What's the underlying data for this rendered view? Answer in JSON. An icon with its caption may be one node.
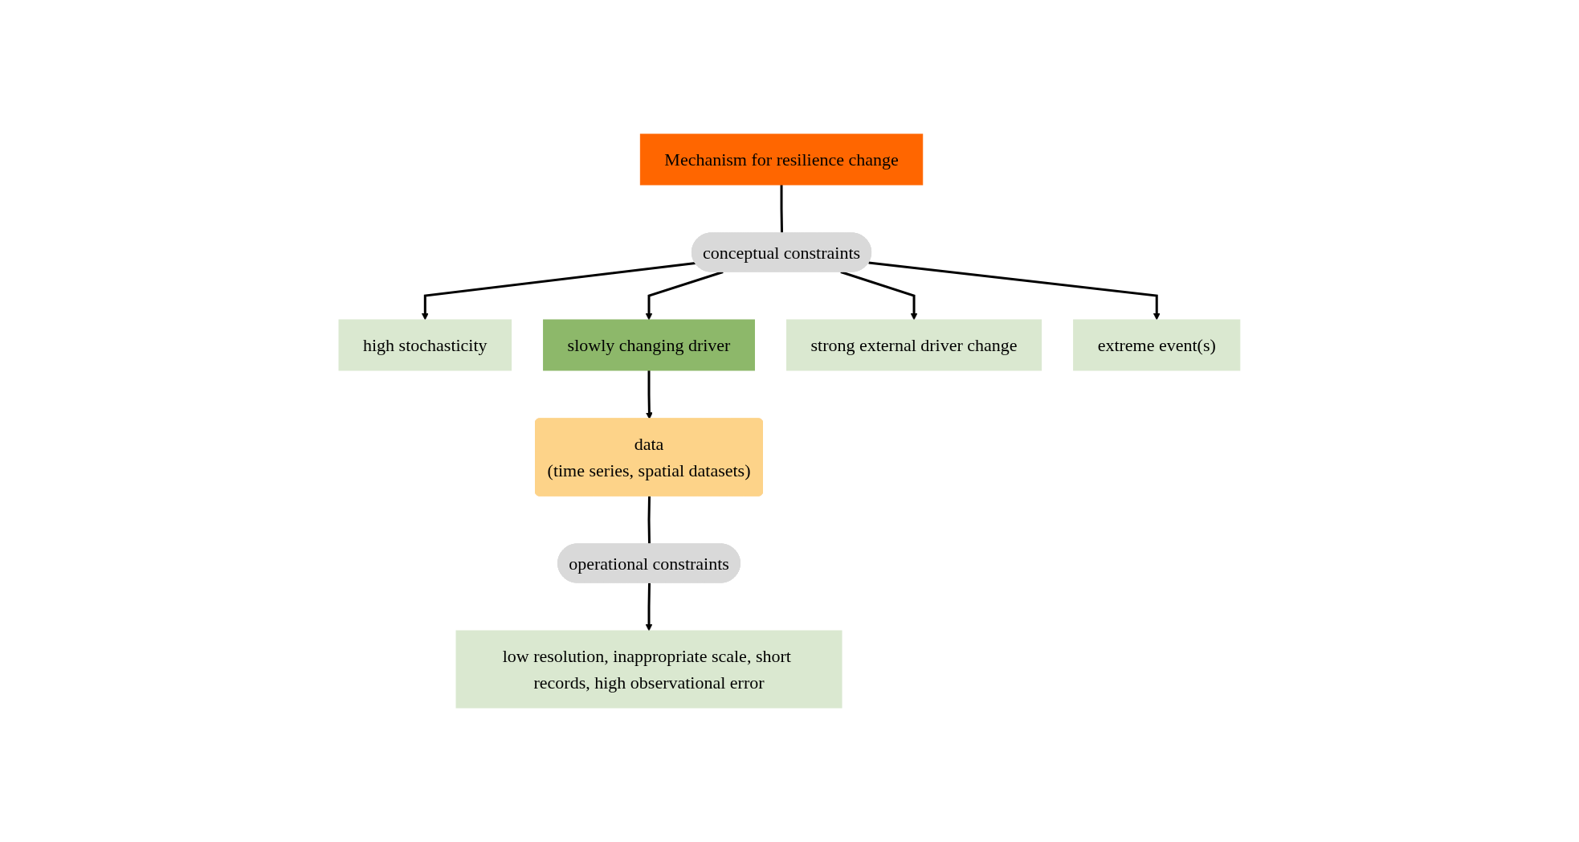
{
  "diagram": {
    "nodes": [
      {
        "text": [
          "Mechanism for resilience change"
        ]
      },
      {
        "text": [
          "conceptual constraints"
        ]
      },
      {
        "text": [
          "high stochasticity"
        ]
      },
      {
        "text": [
          "slowly changing driver"
        ]
      },
      {
        "text": [
          "strong external driver change"
        ]
      },
      {
        "text": [
          "extreme event(s)"
        ]
      },
      {
        "text": [
          "data",
          "(time series, spatial datasets)"
        ]
      },
      {
        "text": [
          "operational constraints"
        ]
      },
      {
        "text": [
          "low resolution, inappropriate scale, short records, high observational error"
        ]
      }
    ],
    "edges": [
      {
        "from": 0,
        "to": 1,
        "arrow": "none"
      },
      {
        "from": 1,
        "to": 2,
        "arrow": "to"
      },
      {
        "from": 1,
        "to": 3,
        "arrow": "to"
      },
      {
        "from": 1,
        "to": 4,
        "arrow": "to"
      },
      {
        "from": 1,
        "to": 5,
        "arrow": "to"
      },
      {
        "from": 3,
        "to": 6,
        "arrow": "to"
      },
      {
        "from": 6,
        "to": 7,
        "arrow": "none"
      },
      {
        "from": 7,
        "to": 8,
        "arrow": "to"
      }
    ]
  }
}
